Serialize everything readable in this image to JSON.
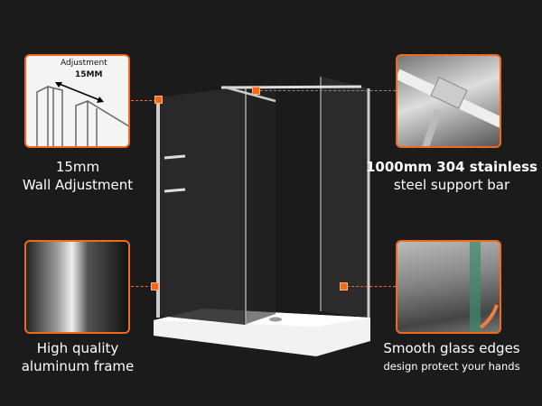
{
  "features": [
    {
      "title": "15mm",
      "subtitle": "Wall Adjustment",
      "inset_label_1": "Adjustment",
      "inset_label_2": "15MM"
    },
    {
      "title": "1000mm 304 stainless",
      "subtitle": "steel support bar"
    },
    {
      "title": "High quality",
      "subtitle": "aluminum frame"
    },
    {
      "title": "Smooth glass edges",
      "subtitle": "design protect your hands"
    }
  ],
  "colors": {
    "accent": "#f06a1c",
    "background": "#1b1b1b"
  }
}
